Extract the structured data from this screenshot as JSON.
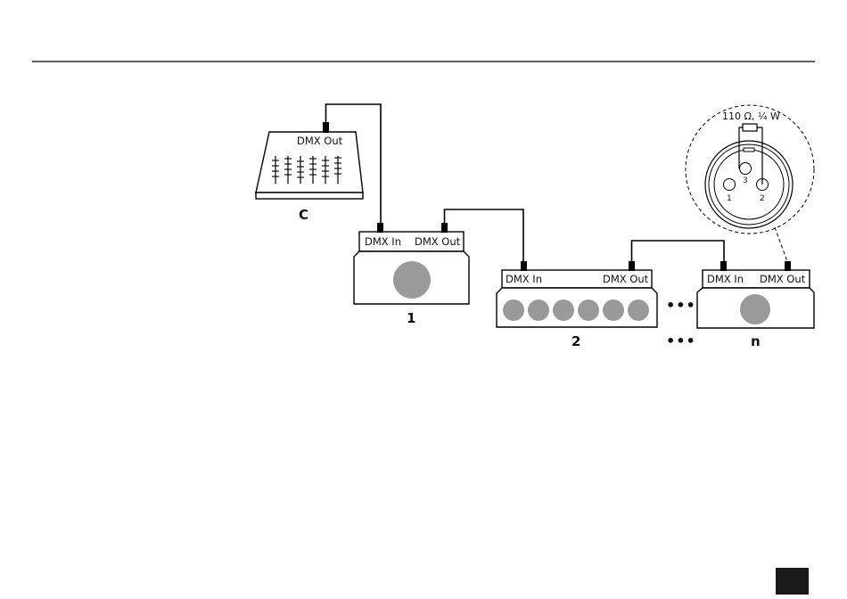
{
  "diagram": {
    "controller": {
      "out_label": "DMX Out",
      "caption": "C"
    },
    "device1": {
      "in_label": "DMX In",
      "out_label": "DMX Out",
      "caption": "1"
    },
    "device2": {
      "in_label": "DMX In",
      "out_label": "DMX Out",
      "caption": "2"
    },
    "deviceN": {
      "in_label": "DMX In",
      "out_label": "DMX Out",
      "caption": "n"
    },
    "ellipsis_top": "•••",
    "ellipsis_bottom": "•••",
    "terminator": {
      "spec": "110 Ω, ¼ W",
      "pin1": "1",
      "pin2": "2",
      "pin3": "3"
    }
  },
  "colors": {
    "lamp": "#9a9a9a",
    "page_marker": "#1a1a1a"
  }
}
